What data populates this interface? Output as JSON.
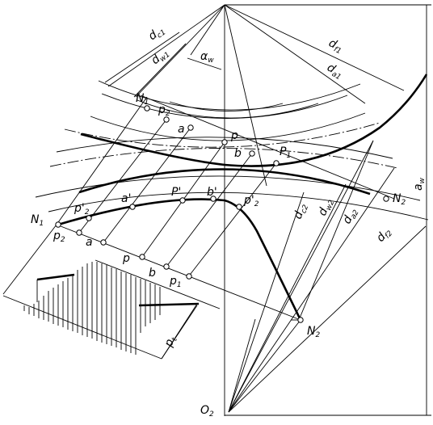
{
  "labels": {
    "N1_top": "N",
    "N1_top_sub": "1",
    "p2_top": "p",
    "p2_top_sub": "2",
    "a_top": "a",
    "p_top": "p",
    "b_top": "b",
    "P1": "P",
    "P1_sub": "1",
    "a_prime": "a'",
    "P_prime": "P'",
    "b_prime": "b'",
    "p2_prime_right": "p'",
    "p2_prime_right_sub": "2",
    "p2_prime_left": "p'",
    "p2_prime_left_sub": "2",
    "N1_left": "N",
    "N1_left_sub": "1",
    "p2_low": "p",
    "p2_low_sub": "2",
    "a_low": "a",
    "p_low": "p",
    "b_low": "b",
    "p1_low": "p",
    "p1_low_sub": "1",
    "N2_right": "N",
    "N2_right_sub": "2",
    "N2_low": "N",
    "N2_low_sub": "2",
    "O2": "O",
    "O2_sub": "2",
    "dc1": "d",
    "dc1_sub": "c1",
    "dw1": "d",
    "dw1_sub": "w1",
    "dalpha1": "d",
    "dalpha1_sub": "f1",
    "dalpha1b": "d",
    "dalpha1b_sub": "a1",
    "alpha_w": "α",
    "alpha_w_sub": "w",
    "dc2": "d",
    "dc2_sub": "c2",
    "dw2": "d",
    "dw2_sub": "w2",
    "da2": "d",
    "da2_sub": "a2",
    "df2": "d",
    "df2_sub": "f2",
    "aw": "a",
    "aw_sub": "w",
    "pt": "p",
    "pt_sub": "t"
  }
}
